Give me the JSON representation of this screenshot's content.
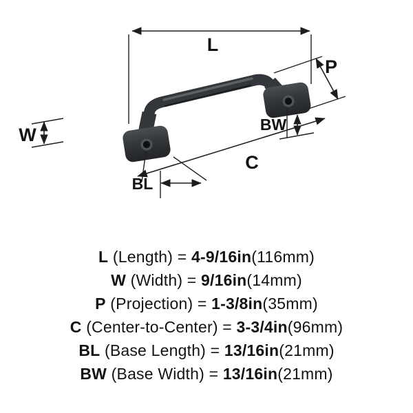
{
  "page": {
    "background": "#ffffff"
  },
  "diagram": {
    "labels": {
      "l": "L",
      "p": "P",
      "w": "W",
      "bw": "BW",
      "c": "C",
      "bl": "BL"
    },
    "colors": {
      "handle_dark": "#33373b",
      "base_top": "#4a4e53",
      "base_bottom": "#222427",
      "dimension_line": "#1f1f1f",
      "label_text": "#131313"
    }
  },
  "specs": [
    {
      "code": "L",
      "label": " (Length) = ",
      "imperial": "4-9/16in",
      "metric": "(116mm)"
    },
    {
      "code": "W",
      "label": " (Width) = ",
      "imperial": "9/16in",
      "metric": "(14mm)"
    },
    {
      "code": "P",
      "label": " (Projection) = ",
      "imperial": "1-3/8in",
      "metric": "(35mm)"
    },
    {
      "code": "C",
      "label": " (Center-to-Center) = ",
      "imperial": "3-3/4in",
      "metric": "(96mm)"
    },
    {
      "code": "BL",
      "label": " (Base Length) = ",
      "imperial": "13/16in",
      "metric": "(21mm)"
    },
    {
      "code": "BW",
      "label": " (Base Width) = ",
      "imperial": "13/16in",
      "metric": "(21mm)"
    }
  ]
}
